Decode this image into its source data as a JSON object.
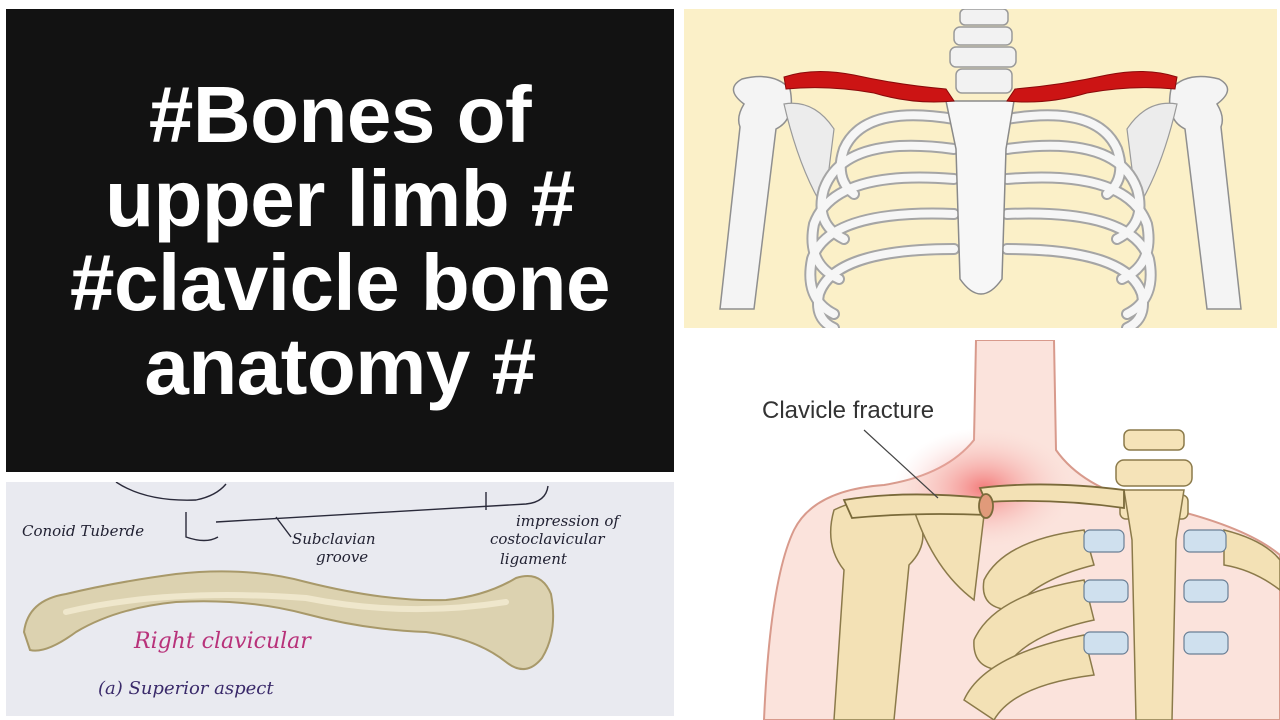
{
  "title": {
    "lines": [
      "#Bones of",
      "upper limb #",
      "#clavicle bone",
      "anatomy #"
    ]
  },
  "colors": {
    "title_bg": "#121212",
    "title_fg": "#ffffff",
    "clavicle_highlight": "#cc1414",
    "skeleton_bg": "#fbf0c8",
    "fracture_glow": "#f4a0a0"
  },
  "notes": {
    "conoid": "Conoid Tuberde",
    "subclavian": [
      "Subclavian",
      "groove"
    ],
    "impression": [
      "impression of",
      "costoclavicular",
      "ligament"
    ],
    "heading": "Right clavicular",
    "aspect": "(a) Superior aspect"
  },
  "fracture": {
    "label": "Clavicle fracture"
  }
}
